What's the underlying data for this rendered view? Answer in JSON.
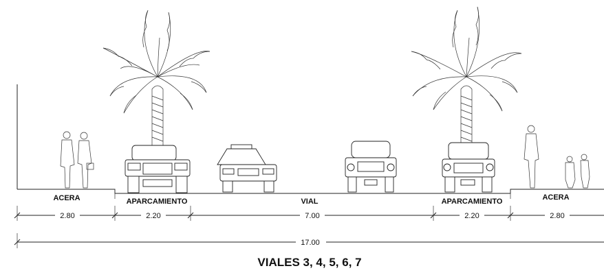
{
  "section": {
    "zones": [
      {
        "label": "ACERA",
        "width": "2.80"
      },
      {
        "label": "APARCAMIENTO",
        "width": "2.20"
      },
      {
        "label": "VIAL",
        "width": "7.00"
      },
      {
        "label": "APARCAMIENTO",
        "width": "2.20"
      },
      {
        "label": "ACERA",
        "width": "2.80"
      }
    ],
    "total_width": "17.00",
    "title": "VIALES 3, 4, 5, 6, 7"
  }
}
